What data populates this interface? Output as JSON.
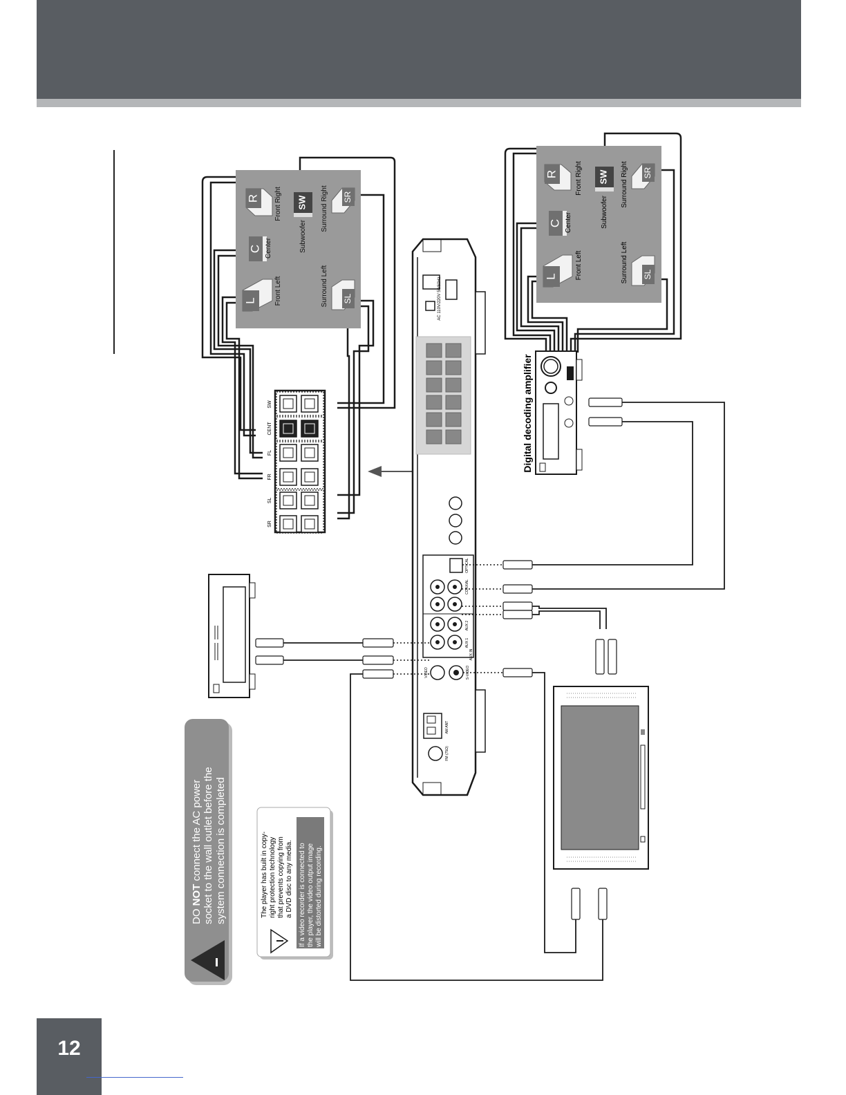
{
  "page": {
    "number": "12"
  },
  "speakers": {
    "front_left": "Front Left",
    "center": "Center",
    "front_right": "Front Right",
    "subwoofer": "Subwoofer",
    "surround_left": "Surround Left",
    "surround_right": "Surround Right",
    "codes": {
      "L": "L",
      "C": "C",
      "R": "R",
      "SW": "SW",
      "SL": "SL",
      "SR": "SR"
    }
  },
  "terminals": {
    "labels": [
      "SR",
      "SL",
      "FR",
      "FL",
      "CENT",
      "SW"
    ]
  },
  "amplifier": {
    "label": "Digital decoding amplifier"
  },
  "player_panel": {
    "power": "AC 110V/220V 50/60Hz",
    "coaxial": "COAXIAL",
    "optical": "OPTICAL",
    "aux_in": "AUX IN",
    "aux1": "AUX 1",
    "aux2": "AUX 2",
    "video": "VIDEO",
    "s_video": "S-VIDEO",
    "am_ant": "AM ANT",
    "fm_ant": "FM (75Ω)"
  },
  "warning": {
    "prefix": "DO ",
    "emphasis": "NOT",
    "line1_rest": " connect the AC power",
    "line2": "socket to the wall outlet before the",
    "line3": "system connection is completed"
  },
  "notice": {
    "p1_lines": [
      "The player has built in copy-",
      "right protection technology",
      "that prevents copying from",
      "a DVD disc to any media."
    ],
    "p2_lines": [
      "If a video recorder is connected to",
      "the player, the video output image",
      "will be distorted during recording."
    ]
  }
}
